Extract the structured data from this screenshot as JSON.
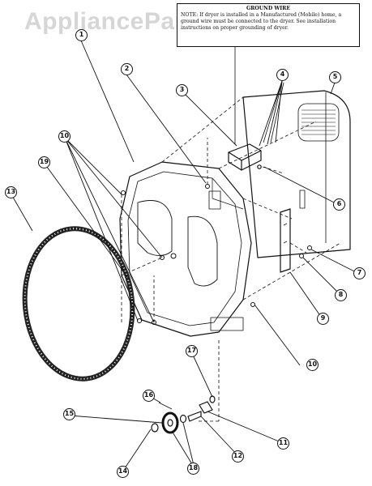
{
  "watermark": "AppliancePartsPros.com",
  "note": {
    "title": "GROUND WIRE",
    "text": "NOTE: If dryer is installed in a Manufactured (Mobile) home, a ground wire must be connected to the dryer. See installation instructions on proper grounding of dryer."
  },
  "callouts": [
    "1",
    "2",
    "3",
    "4",
    "5",
    "6",
    "7",
    "8",
    "9",
    "10",
    "10",
    "11",
    "12",
    "13",
    "14",
    "15",
    "16",
    "17",
    "18",
    "19"
  ],
  "colors": {
    "line": "#111111",
    "watermark": "#d6d6d6",
    "background": "#ffffff"
  }
}
